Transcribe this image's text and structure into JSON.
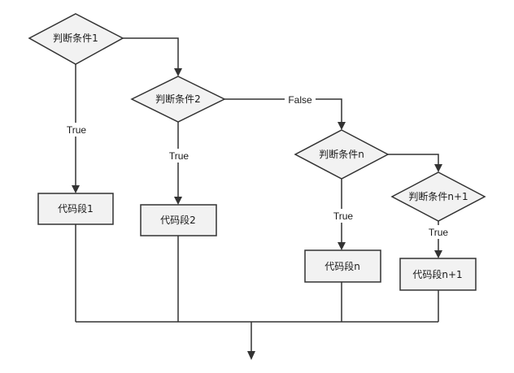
{
  "diagram": {
    "nodes": {
      "cond1": "判断条件1",
      "cond2": "判断条件2",
      "condn": "判断条件n",
      "condn1": "判断条件n+1",
      "block1": "代码段1",
      "block2": "代码段2",
      "blockn": "代码段n",
      "blockn1": "代码段n+1"
    },
    "edge_labels": {
      "cond1_true": "True",
      "cond2_true": "True",
      "cond2_false": "False",
      "condn_true": "True",
      "condn1_true": "True"
    },
    "colors": {
      "node_fill": "#f2f2f2",
      "stroke": "#333333",
      "background": "#ffffff"
    }
  }
}
